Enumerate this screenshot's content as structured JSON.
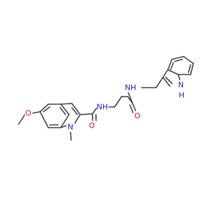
{
  "labels": {
    "methoxy_o": "O",
    "n_methyl": "N",
    "amide_nh_left": "NH",
    "amide_o_left": "O",
    "amide_o_right": "O",
    "amide_nh_right": "NH",
    "indole_nh_text": "N",
    "indole_h_text": "H"
  },
  "colors": {
    "bond": "#404040",
    "nitrogen": "#1c1ccc",
    "oxygen": "#e01010",
    "carbon": "#404040"
  }
}
